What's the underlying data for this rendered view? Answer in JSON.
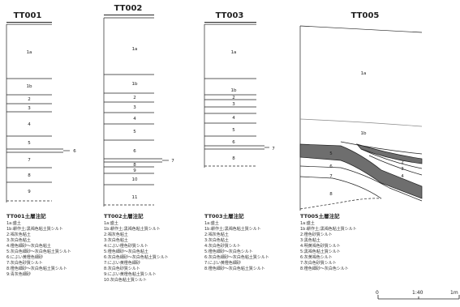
{
  "sections": {
    "tt001": {
      "title": "TT001",
      "layers": [
        "1a",
        "1b",
        "2",
        "3",
        "4",
        "5",
        "7",
        "8",
        "9"
      ],
      "marker": "6",
      "legend_title": "TT001土層注記",
      "legend": [
        "1a:盛土",
        "1b:耕作土;黒褐色粘土質シルト",
        "2:褐灰色粘土",
        "3:灰白色粘土",
        "4:橙色細砂～灰白色粘土",
        "5:灰白色細砂～灰白色粘土質シルト",
        "6:にぶい黄橙色細砂",
        "7:灰白色砂質シルト",
        "8:橙色細砂～灰白色粘土質シルト",
        "9:青灰色細砂"
      ]
    },
    "tt002": {
      "title": "TT002",
      "layers": [
        "1a",
        "1b",
        "2",
        "3",
        "4",
        "5",
        "6",
        "8",
        "9",
        "10",
        "11"
      ],
      "marker": "7",
      "legend_title": "TT002土層注記",
      "legend": [
        "1a:盛土",
        "1b:耕作土;黒褐色粘土質シルト",
        "2:褐灰色粘土",
        "3:灰白色粘土",
        "4:にぶい橙色砂質シルト",
        "5:橙色細砂～灰白色粘土",
        "6:灰白色細砂～灰白色粘土質シルト",
        "7:にぶい黄橙色細砂",
        "8:灰白色砂質シルト",
        "9:にぶい黄橙色粘土質シルト",
        "10:灰白色粘土質シルト"
      ]
    },
    "tt003": {
      "title": "TT003",
      "layers": [
        "1a",
        "1b",
        "2",
        "3",
        "4",
        "5",
        "6",
        "8"
      ],
      "marker": "7",
      "legend_title": "TT003土層注記",
      "legend": [
        "1a:盛土",
        "1b:耕作土;黒褐色粘土質シルト",
        "2:褐灰色粘土",
        "3:灰白色粘土",
        "4:灰白色砂質シルト",
        "5:橙色細砂～灰白色シルト",
        "6:灰白色細砂～灰白色粘土質シルト",
        "7:にぶい黄橙色細砂",
        "8:橙色細砂～灰白色粘土質シルト"
      ]
    },
    "tt005": {
      "title": "TT005",
      "layers": [
        "1a",
        "1b",
        "5",
        "6",
        "7",
        "8",
        "2",
        "3",
        "4"
      ],
      "legend_title": "TT005土層注記",
      "legend": [
        "1a:盛土",
        "1b:耕作土;黒褐色粘土質シルト",
        "2:橙色砂質シルト",
        "3:黒色粘土",
        "4:明黄褐色砂質シルト",
        "5:黒褐色粘土質シルト",
        "6:灰黄褐色シルト",
        "7:灰白色砂質シルト",
        "8:橙色細砂～灰白色シルト"
      ]
    }
  },
  "scale": {
    "zero": "0",
    "mid": "1:40",
    "end": "1m"
  }
}
